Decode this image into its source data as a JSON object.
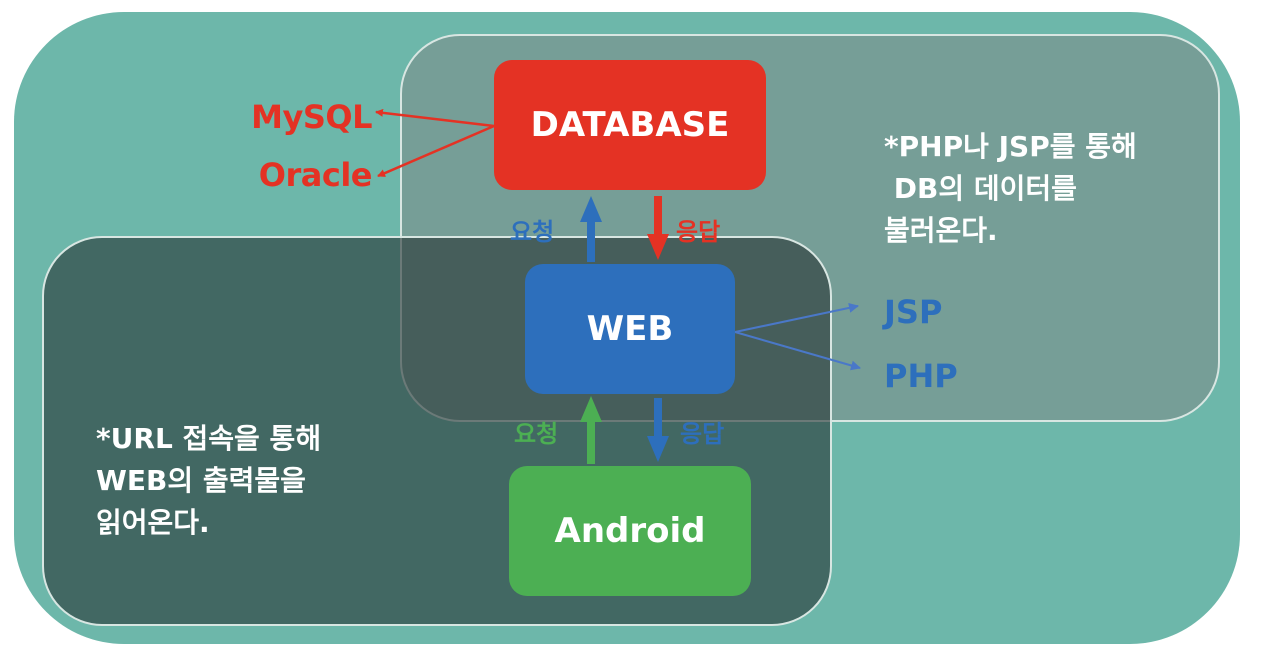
{
  "nodes": {
    "database": "DATABASE",
    "web": "WEB",
    "android": "Android"
  },
  "databases": [
    "MySQL",
    "Oracle"
  ],
  "web_tech": [
    "JSP",
    "PHP"
  ],
  "arrow_labels": {
    "db_request": "요청",
    "db_response": "응답",
    "web_request": "요청",
    "web_response": "응답"
  },
  "notes": {
    "server": "*PHP나 JSP를 통해\n DB의 데이터를\n불러온다.",
    "client": "*URL 접속을 통해\nWEB의 출력물을\n읽어온다."
  },
  "colors": {
    "background": "#6db7aa",
    "database": "#e43224",
    "web": "#2d6fbc",
    "android": "#4caf53"
  }
}
